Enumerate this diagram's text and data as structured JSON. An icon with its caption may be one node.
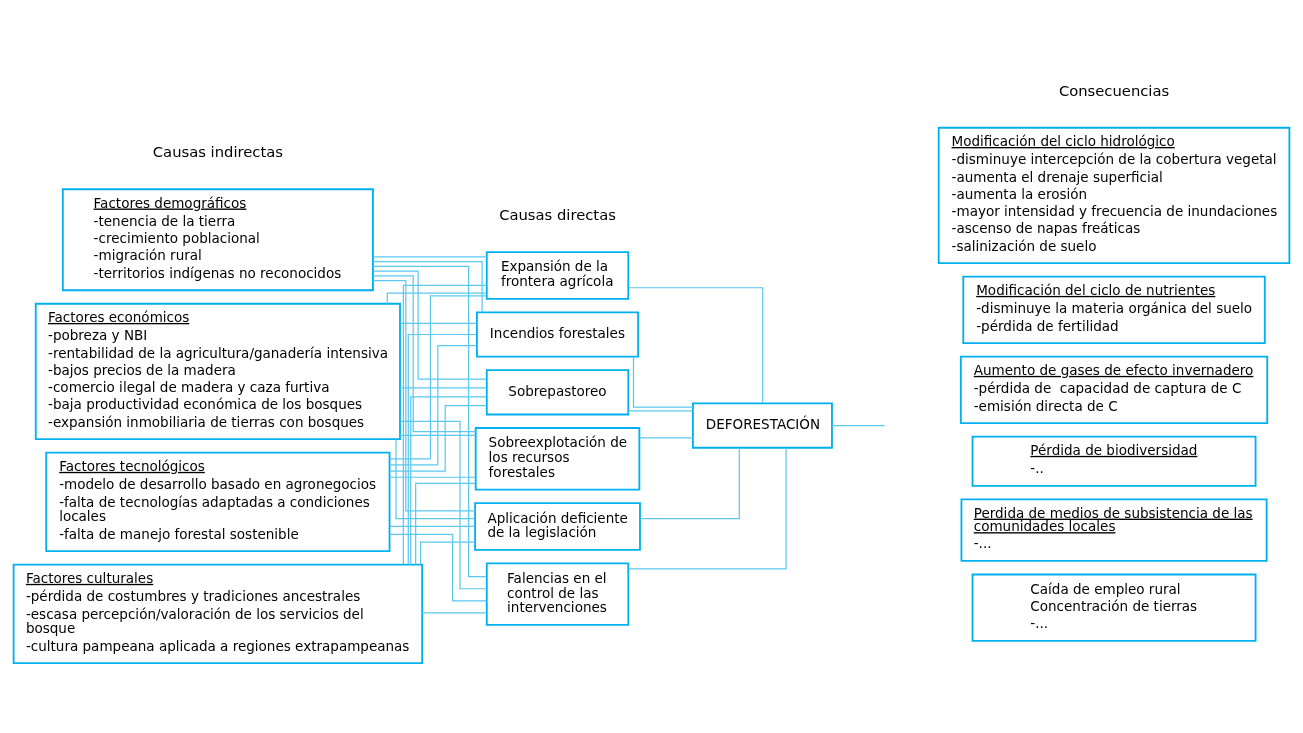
{
  "diagram": {
    "nodes": [
      {
        "text": [
          "Factores demográficos",
          "-tenencia de la tierra",
          "-crecimiento poblacional",
          "-migración rural",
          "-territorios indígenas no reconocidos"
        ]
      },
      {
        "text": [
          "Factores económicos",
          "-pobreza y NBI",
          "-rentabilidad de la agricultura/ganadería intensiva",
          "-bajos precios de la madera",
          "-comercio ilegal de madera y caza furtiva",
          "-baja productividad económica de los bosques",
          "-expansión inmobiliaria de tierras con bosques"
        ]
      },
      {
        "text": [
          "Factores tecnológicos",
          "-modelo de desarrollo basado en agronegocios",
          "-falta de tecnologías adaptadas a condiciones locales",
          "-falta de manejo forestal sostenible"
        ]
      },
      {
        "text": [
          "Factores culturales",
          "-pérdida de costumbres y tradiciones ancestrales",
          "-escasa percepción/valoración de los servicios del bosque",
          "-cultura pampeana aplicada a regiones extrapampeanas"
        ]
      },
      {
        "text": [
          "Expansión de la frontera agrícola"
        ]
      },
      {
        "text": [
          "Incendios forestales"
        ]
      },
      {
        "text": [
          "Sobrepastoreo"
        ]
      },
      {
        "text": [
          "Sobreexplotación de los recursos forestales"
        ]
      },
      {
        "text": [
          "Aplicación deficiente de la legislación"
        ]
      },
      {
        "text": [
          "Falencias en el control de las intervenciones"
        ]
      },
      {
        "text": [
          "DEFORESTACIÓN"
        ]
      },
      {
        "text": [
          "Modificación del ciclo hidrológico",
          "-disminuye intercepción de la cobertura vegetal",
          "-aumenta el drenaje superficial",
          "-aumenta la erosión",
          "-mayor intensidad y frecuencia de inundaciones",
          "-ascenso de napas freáticas",
          "-salinización de suelo"
        ]
      },
      {
        "text": [
          "Modificación del ciclo de nutrientes",
          "-disminuye la materia orgánica del suelo",
          "-pérdida de fertilidad"
        ]
      },
      {
        "text": [
          "Aumento de gases de efecto invernadero",
          "-pérdida de  capacidad de captura de C",
          "-emisión directa de C"
        ]
      },
      {
        "text": [
          "Pérdida de biodiversidad",
          "-.."
        ]
      },
      {
        "text": [
          "Perdida de medios de subsistencia de las comunidades locales",
          "-..."
        ]
      },
      {
        "text": [
          "Caída de empleo rural",
          "Concentración de tierras",
          "-..."
        ]
      }
    ],
    "edges": [
      {
        "from": 0,
        "to": 4,
        "arrow": "none"
      },
      {
        "from": 0,
        "to": 5,
        "arrow": "none"
      },
      {
        "from": 0,
        "to": 6,
        "arrow": "none"
      },
      {
        "from": 0,
        "to": 7,
        "arrow": "none"
      },
      {
        "from": 0,
        "to": 8,
        "arrow": "none"
      },
      {
        "from": 0,
        "to": 9,
        "arrow": "none"
      },
      {
        "from": 1,
        "to": 4,
        "arrow": "none"
      },
      {
        "from": 1,
        "to": 5,
        "arrow": "none"
      },
      {
        "from": 1,
        "to": 6,
        "arrow": "none"
      },
      {
        "from": 1,
        "to": 7,
        "arrow": "none"
      },
      {
        "from": 1,
        "to": 8,
        "arrow": "none"
      },
      {
        "from": 1,
        "to": 9,
        "arrow": "none"
      },
      {
        "from": 2,
        "to": 4,
        "arrow": "none"
      },
      {
        "from": 2,
        "to": 5,
        "arrow": "none"
      },
      {
        "from": 2,
        "to": 6,
        "arrow": "none"
      },
      {
        "from": 2,
        "to": 7,
        "arrow": "none"
      },
      {
        "from": 2,
        "to": 8,
        "arrow": "none"
      },
      {
        "from": 2,
        "to": 9,
        "arrow": "none"
      },
      {
        "from": 3,
        "to": 4,
        "arrow": "none"
      },
      {
        "from": 3,
        "to": 5,
        "arrow": "none"
      },
      {
        "from": 3,
        "to": 6,
        "arrow": "none"
      },
      {
        "from": 3,
        "to": 7,
        "arrow": "none"
      },
      {
        "from": 3,
        "to": 8,
        "arrow": "none"
      },
      {
        "from": 3,
        "to": 9,
        "arrow": "none"
      },
      {
        "from": 4,
        "to": 10,
        "arrow": "none"
      },
      {
        "from": 5,
        "to": 10,
        "arrow": "none"
      },
      {
        "from": 6,
        "to": 10,
        "arrow": "none"
      },
      {
        "from": 7,
        "to": 10,
        "arrow": "none"
      },
      {
        "from": 8,
        "to": 10,
        "arrow": "none"
      },
      {
        "from": 9,
        "to": 10,
        "arrow": "none"
      },
      {
        "from": 10,
        "to": null,
        "arrow": "none"
      }
    ],
    "labels": [
      "Causas indirectas",
      "Causas directas",
      "Consecuencias"
    ]
  }
}
